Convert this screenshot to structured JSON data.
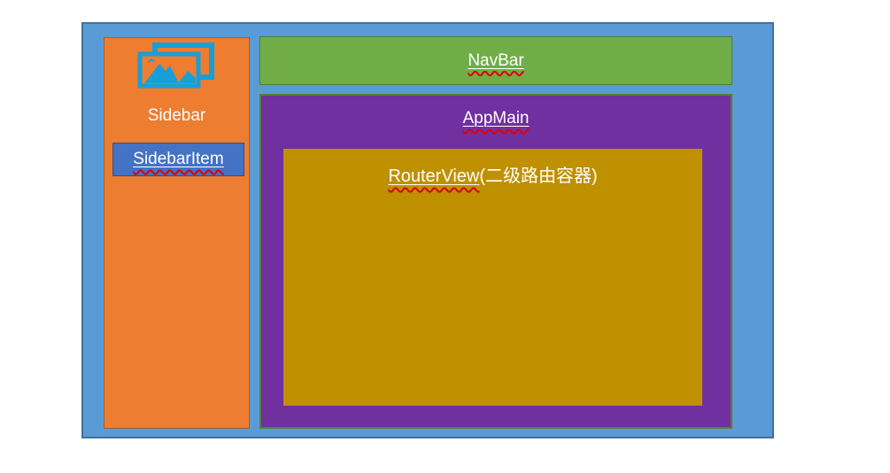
{
  "diagram": {
    "sidebar": {
      "label": "Sidebar",
      "item_label": "SidebarItem",
      "icon": "images-icon"
    },
    "navbar": {
      "label": "NavBar"
    },
    "appmain": {
      "label": "AppMain",
      "routerview": {
        "name": "RouterView",
        "suffix": "(二级路由容器)"
      }
    }
  },
  "colors": {
    "canvas_bg": "#FFFFFF",
    "container_fill": "#5B9BD5",
    "container_border": "#41719C",
    "sidebar_fill": "#ED7D31",
    "sidebar_border": "#AE5A21",
    "sidebar_item_fill": "#4472C4",
    "sidebar_item_border": "#2F528F",
    "navbar_fill": "#70AD47",
    "navbar_border": "#507E32",
    "appmain_fill": "#7030A0",
    "appmain_border": "#538135",
    "routerview_fill": "#BF9000",
    "icon_color": "#189FD8",
    "text_color": "#FFFFFF",
    "spellcheck_squiggle": "#E00000"
  }
}
